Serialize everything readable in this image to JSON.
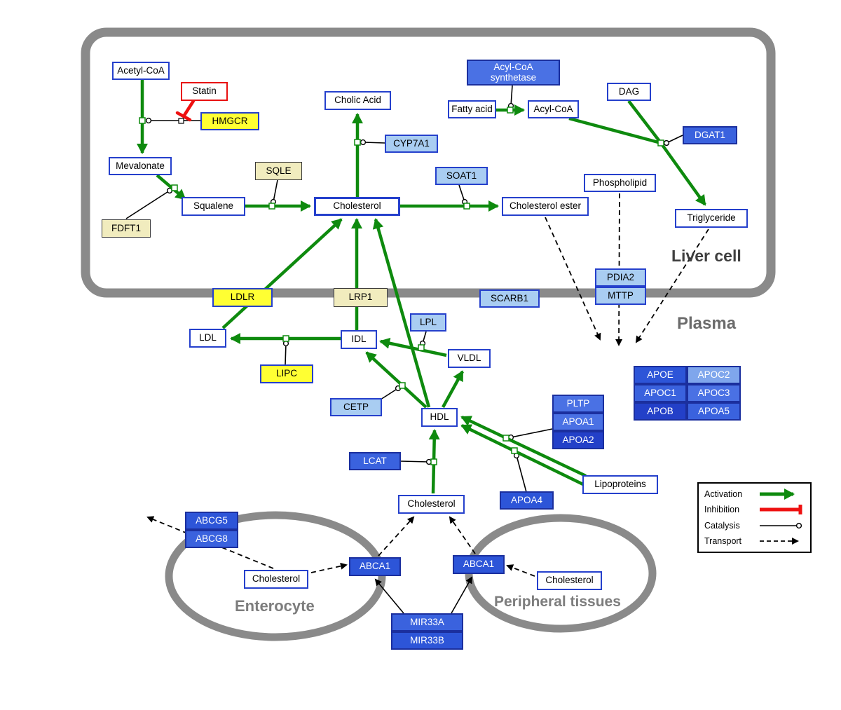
{
  "regions": {
    "liver_cell": "Liver cell",
    "plasma": "Plasma",
    "enterocyte": "Enterocyte",
    "peripheral_tissues": "Peripheral tissues"
  },
  "nodes": {
    "acetyl_coa": "Acetyl-CoA",
    "statin": "Statin",
    "hmgcr": "HMGCR",
    "mevalonate": "Mevalonate",
    "fdft1": "FDFT1",
    "sqle": "SQLE",
    "squalene": "Squalene",
    "cholesterol_liver": "Cholesterol",
    "cholic_acid": "Cholic Acid",
    "cyp7a1": "CYP7A1",
    "soat1": "SOAT1",
    "cholesterol_ester": "Cholesterol ester",
    "acyl_coa_synthetase": "Acyl-CoA synthetase",
    "fatty_acid": "Fatty acid",
    "acyl_coa": "Acyl-CoA",
    "dag": "DAG",
    "dgat1": "DGAT1",
    "phospholipid": "Phospholipid",
    "triglyceride": "Triglyceride",
    "ldlr": "LDLR",
    "lrp1": "LRP1",
    "scarb1": "SCARB1",
    "pdia2": "PDIA2",
    "mttp": "MTTP",
    "ldl": "LDL",
    "idl": "IDL",
    "lpl": "LPL",
    "vldl": "VLDL",
    "lipc": "LIPC",
    "cetp": "CETP",
    "hdl": "HDL",
    "lcat": "LCAT",
    "pltp": "PLTP",
    "apoa1": "APOA1",
    "apoa2": "APOA2",
    "apoa4": "APOA4",
    "lipoproteins": "Lipoproteins",
    "apoe": "APOE",
    "apoc2": "APOC2",
    "apoc1": "APOC1",
    "apoc3": "APOC3",
    "apob": "APOB",
    "apoa5": "APOA5",
    "cholesterol_plasma": "Cholesterol",
    "abcg5": "ABCG5",
    "abcg8": "ABCG8",
    "cholesterol_enterocyte": "Cholesterol",
    "abca1_enterocyte": "ABCA1",
    "abca1_peripheral": "ABCA1",
    "cholesterol_peripheral": "Cholesterol",
    "mir33a": "MIR33A",
    "mir33b": "MIR33B"
  },
  "legend": {
    "activation": "Activation",
    "inhibition": "Inhibition",
    "catalysis": "Catalysis",
    "transport": "Transport"
  },
  "colors": {
    "activation_green": "#0e8a0e",
    "inhibition_red": "#ee1111",
    "membrane_gray": "#8a8a8a",
    "metabolite_border_blue": "#2540cc",
    "enzyme_yellow": "#ffff33",
    "enzyme_pale_yellow": "#f1ecbe",
    "protein_light_blue": "#a9cdf2",
    "protein_blue": "#3a62de"
  }
}
